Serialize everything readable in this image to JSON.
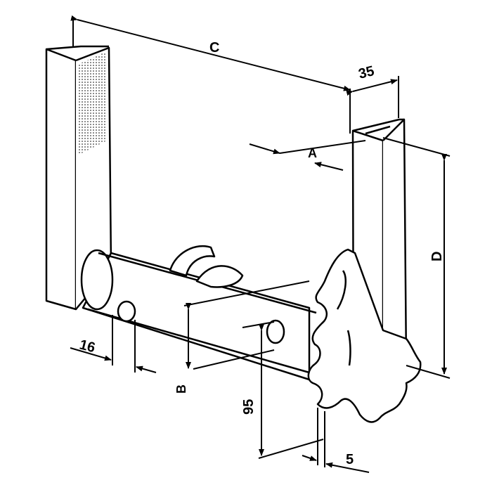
{
  "drawing": {
    "dimensions": {
      "c": "C",
      "w35": "35",
      "a": "A",
      "d": "D",
      "w16": "16",
      "b": "B",
      "h95": "95",
      "w5": "5"
    },
    "colors": {
      "ink": "#000000",
      "paper": "#ffffff"
    }
  }
}
